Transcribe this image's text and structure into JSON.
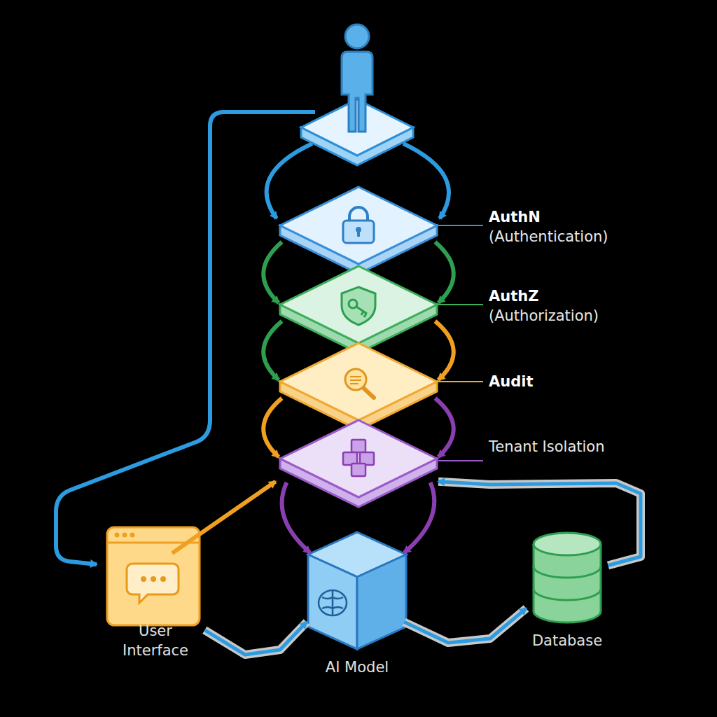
{
  "diagram": {
    "nodes": [
      {
        "text": [
          "AuthN",
          "(Authentication)"
        ]
      },
      {
        "text": [
          "AuthZ",
          "(Authorization)"
        ]
      },
      {
        "text": [
          "Audit"
        ]
      },
      {
        "text": [
          "Tenant Isolation"
        ]
      },
      {
        "text": [
          "User Interface"
        ]
      },
      {
        "text": [
          "AI Model"
        ]
      },
      {
        "text": [
          "Database"
        ]
      }
    ],
    "edges": [
      {
        "from": 0,
        "to": 1,
        "arrow": "to"
      },
      {
        "from": 0,
        "to": 1,
        "arrow": "to"
      },
      {
        "from": 1,
        "to": 2,
        "arrow": "to"
      },
      {
        "from": 1,
        "to": 2,
        "arrow": "to"
      },
      {
        "from": 2,
        "to": 3,
        "arrow": "to"
      },
      {
        "from": 2,
        "to": 3,
        "arrow": "to"
      },
      {
        "from": 3,
        "to": 5,
        "arrow": "to"
      },
      {
        "from": 3,
        "to": 5,
        "arrow": "to"
      },
      {
        "from": 4,
        "to": 3,
        "arrow": "to"
      },
      {
        "from": 6,
        "to": 3,
        "arrow": "to"
      },
      {
        "from": 4,
        "to": 5,
        "arrow": "to"
      },
      {
        "from": 5,
        "to": 6,
        "arrow": "to"
      }
    ]
  }
}
